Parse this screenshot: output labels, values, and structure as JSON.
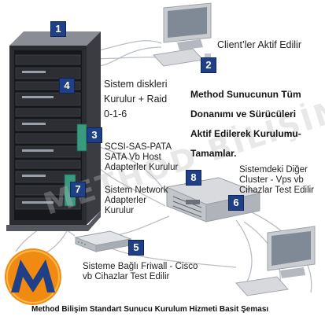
{
  "badges": {
    "b1": "1",
    "b2": "2",
    "b3": "3",
    "b4": "4",
    "b5": "5",
    "b6": "6",
    "b7": "7",
    "b8": "8"
  },
  "labels": {
    "clients": "Client’ler Aktif Edilir",
    "disks": [
      "Sistem diskleri",
      "Kurulur + Raid",
      "0-1-6"
    ],
    "adapters": [
      "SCSI-SAS-PATA",
      "SATA Vb Host",
      "Adapterler Kurulur"
    ],
    "network": [
      "Sistem Network",
      "Adapterler",
      "Kurulur"
    ],
    "firewall": [
      "Sisteme Bağlı Friwall - Cisco",
      "vb Cihazlar Test Edilir"
    ],
    "cluster": [
      "Sistemdeki Diğer",
      "Cluster - Vps vb",
      "Cihazlar Test Edilir"
    ],
    "main_note": [
      "Method Sunucunun Tüm",
      "Donanımı ve Sürücüleri",
      "Aktif Edilerek Kurulumu-",
      "Tamamlar."
    ]
  },
  "watermark": "METHOD BİLİŞİM",
  "caption": "Method Bilişim Standart Sunucu Kurulum Hizmeti  Basit Şeması",
  "colors": {
    "badge": "#1f3f86",
    "logo_orange": "#f08a10",
    "rack": "#2a2c30",
    "panel_green": "#3a9a80"
  }
}
